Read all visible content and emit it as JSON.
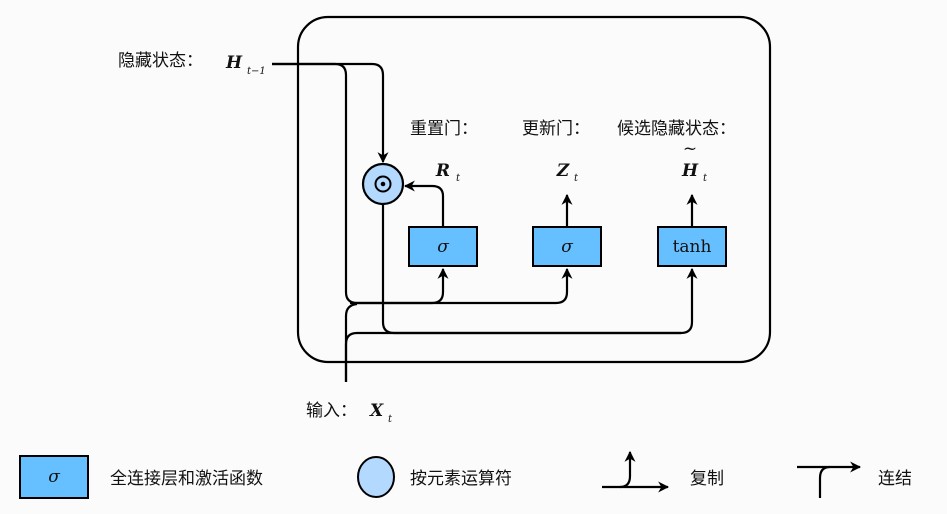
{
  "labels": {
    "hidden_state": "隐藏状态：",
    "hidden_var": "H",
    "hidden_sub": "t−1",
    "input": "输入：",
    "input_var": "X",
    "input_sub": "t",
    "reset_gate": "重置门：",
    "update_gate": "更新门：",
    "candidate": "候选隐藏状态：",
    "r_var": "R",
    "z_var": "Z",
    "h_var": "H",
    "tilde": "~",
    "t_sub": "t",
    "sigma": "σ",
    "tanh": "tanh",
    "circle_op": "⊙"
  },
  "legend": {
    "fc": "全连接层和激活函数",
    "fc_symbol": "σ",
    "elementwise": "按元素运算符",
    "copy": "复制",
    "concat": "连结"
  },
  "colors": {
    "layer": "#66bfff",
    "operator": "#b3d9ff"
  }
}
